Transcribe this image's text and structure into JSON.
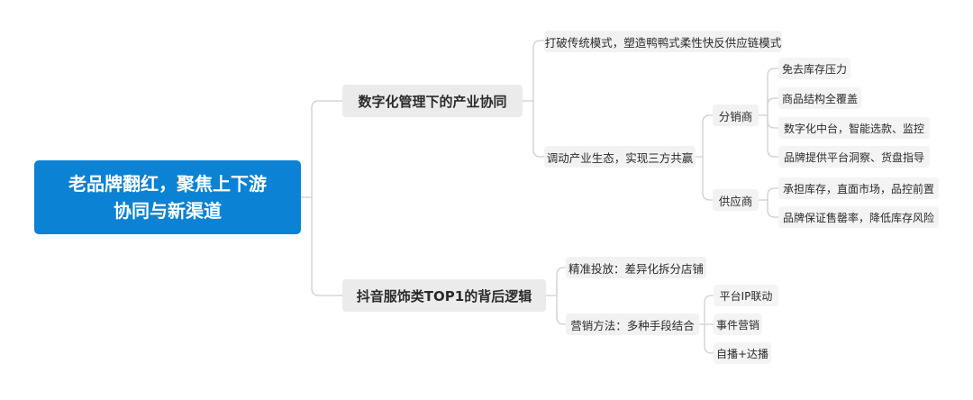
{
  "root": {
    "line1": "老品牌翻红，聚焦上下游",
    "line2": "协同与新渠道"
  },
  "branch1": {
    "label": "数字化管理下的产业协同",
    "sub1": {
      "label": "打破传统模式，塑造鸭鸭式柔性快反供应链模式"
    },
    "sub2": {
      "label": "调动产业生态，实现三方共赢",
      "distributor": {
        "label": "分销商",
        "items": [
          "免去库存压力",
          "商品结构全覆盖",
          "数字化中台，智能选款、监控",
          "品牌提供平台洞察、货盘指导"
        ]
      },
      "supplier": {
        "label": "供应商",
        "items": [
          "承担库存，直面市场，品控前置",
          "品牌保证售罄率，降低库存风险"
        ]
      }
    }
  },
  "branch2": {
    "label": "抖音服饰类TOP1的背后逻辑",
    "sub1": {
      "label": "精准投放：差异化拆分店铺"
    },
    "sub2": {
      "label": "营销方法：多种手段结合",
      "items": [
        "平台IP联动",
        "事件营销",
        "自播+达播"
      ]
    }
  },
  "colors": {
    "root_bg": "#0b82d3",
    "main_bg": "#ebebeb",
    "sub_bg": "#f2f2f2",
    "line": "#cfcfcf"
  }
}
